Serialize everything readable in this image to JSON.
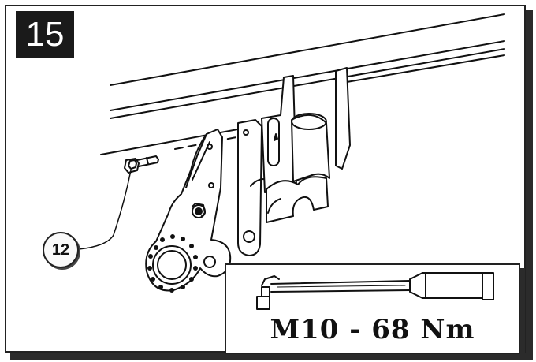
{
  "step": {
    "number": "15"
  },
  "callout": {
    "part_number": "12"
  },
  "torque": {
    "spec": "M10 - 68 Nm"
  },
  "icons": {
    "torque_wrench": "torque-wrench-icon",
    "bolt": "bolt-icon"
  },
  "colors": {
    "ink": "#1a1a1a",
    "background": "#ffffff"
  }
}
